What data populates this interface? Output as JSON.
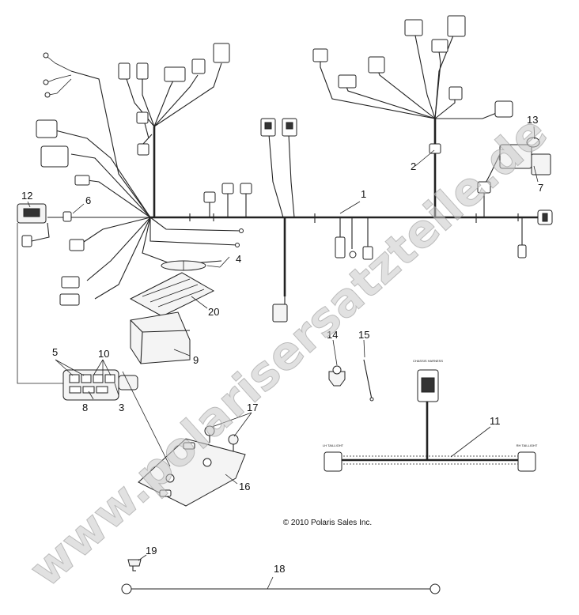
{
  "watermark": "www.polarisersatzteile.de",
  "copyright": "© 2010 Polaris Sales Inc.",
  "callouts": {
    "c1": "1",
    "c2": "2",
    "c3": "3",
    "c4": "4",
    "c5": "5",
    "c6": "6",
    "c7": "7",
    "c8": "8",
    "c9": "9",
    "c10": "10",
    "c11": "11",
    "c12": "12",
    "c13": "13",
    "c14": "14",
    "c15": "15",
    "c16": "16",
    "c17": "17",
    "c18": "18",
    "c19": "19",
    "c20": "20"
  },
  "harness_labels": {
    "chassis": "CHASSIS HARNESS",
    "lh": "LH TAILLIGHT",
    "rh": "RH TAILLIGHT"
  }
}
